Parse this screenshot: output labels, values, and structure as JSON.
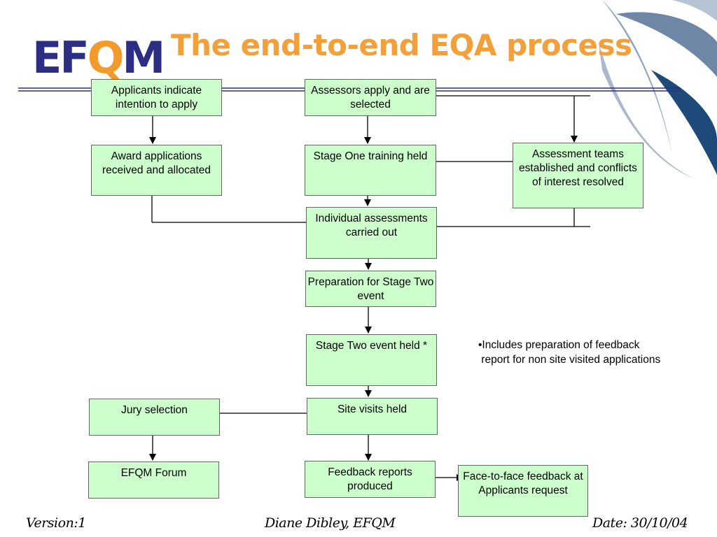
{
  "logo": {
    "part1": "EF",
    "q": "Q",
    "part2": "M"
  },
  "title": "The end-to-end EQA process",
  "boxes": {
    "applicants": "Applicants indicate intention to apply",
    "assessors": "Assessors apply and are selected",
    "award": "Award applications received and allocated",
    "stage_one": "Stage One training held",
    "assessment_teams": "Assessment teams established and conflicts of interest resolved",
    "individual": "Individual assessments carried out",
    "preparation": "Preparation for Stage Two event",
    "stage_two": "Stage Two event held *",
    "jury": "Jury selection",
    "site_visits": "Site visits held",
    "forum": "EFQM Forum",
    "feedback_reports": "Feedback reports produced",
    "face_to_face": "Face-to-face feedback at Applicants request"
  },
  "note": "•Includes preparation of feedback\n report for non site visited applications",
  "footer": {
    "version": "Version:1",
    "author": "Diane Dibley, EFQM",
    "date": "Date: 30/10/04"
  }
}
